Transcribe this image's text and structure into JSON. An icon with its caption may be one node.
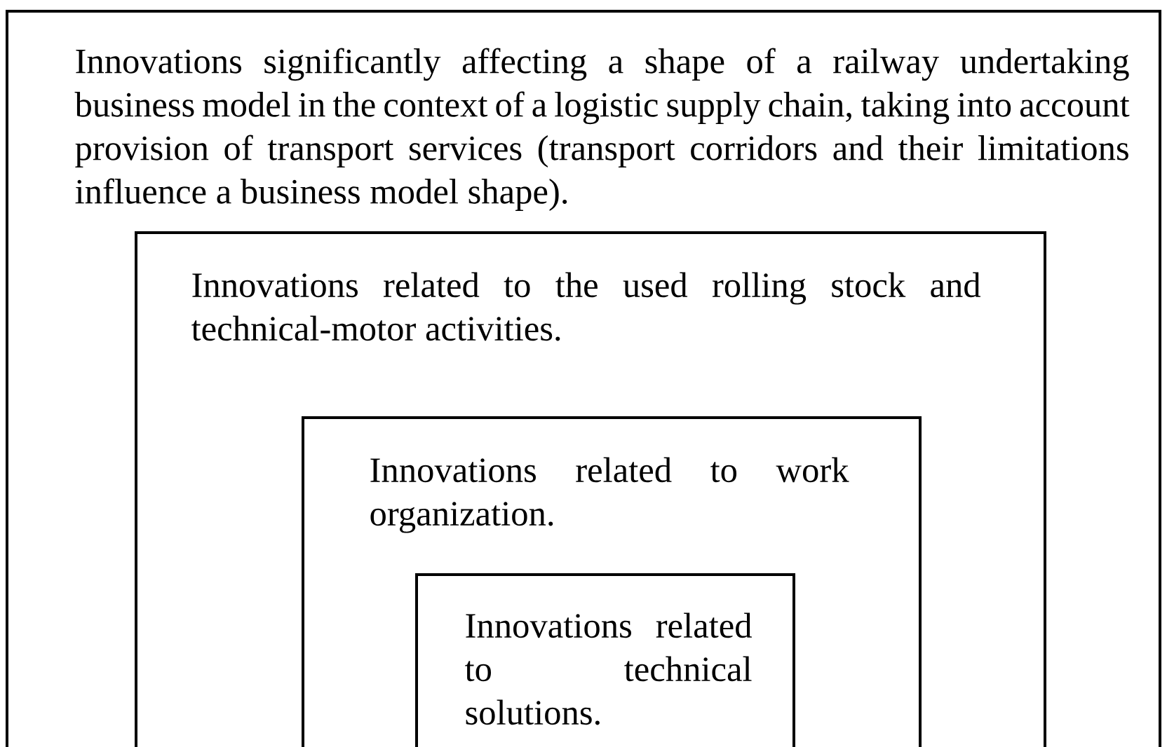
{
  "diagram": {
    "nodes": [
      {
        "text": [
          "Innovations significantly affecting a shape of a railway undertaking business model in the context of a logistic supply chain, taking into account provision of transport services (transport corridors and their limitations influence a business model shape)."
        ]
      },
      {
        "text": [
          "Innovations related to the used rolling stock and technical-motor activities."
        ],
        "in": 0
      },
      {
        "text": [
          "Innovations related to work organization."
        ],
        "in": 1
      },
      {
        "text": [
          "Innovations related to technical solutions."
        ],
        "in": 2
      }
    ]
  }
}
